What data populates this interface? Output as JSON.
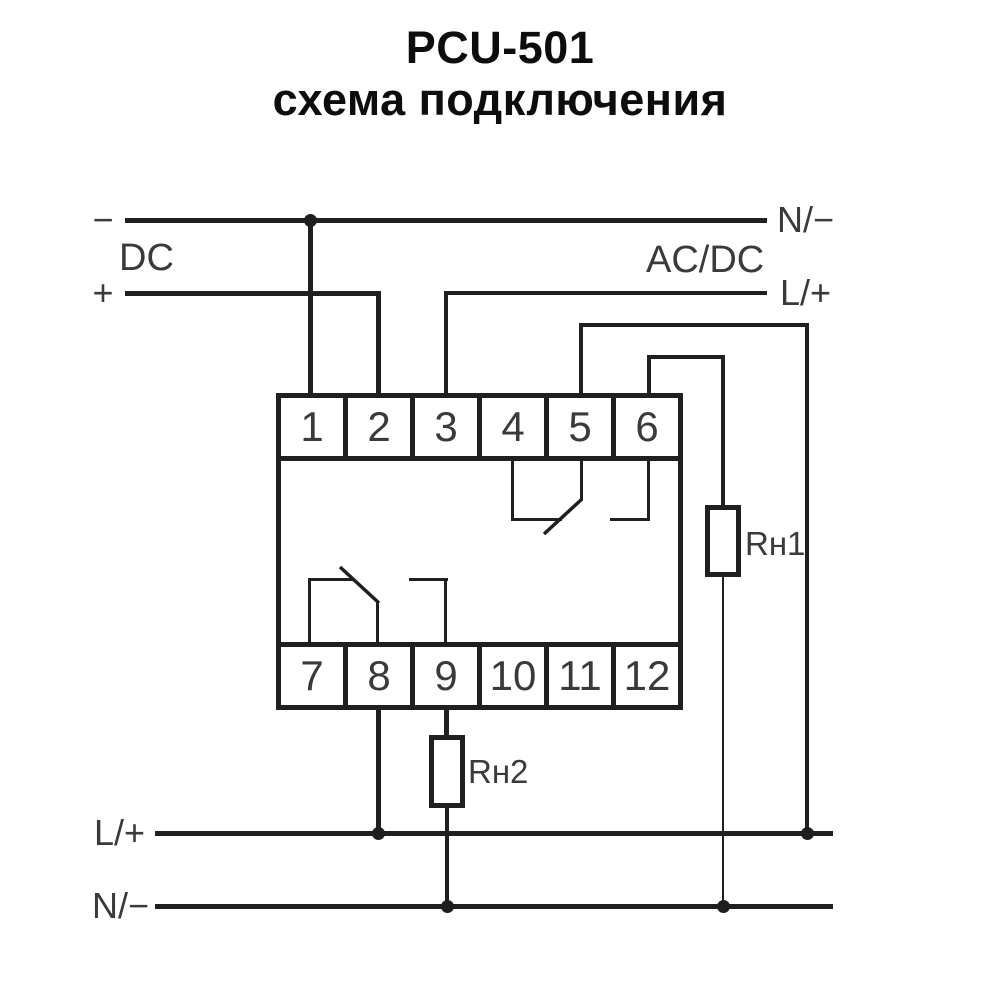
{
  "title": {
    "line1": "PCU-501",
    "line2": "схема подключения"
  },
  "supply": {
    "dc_minus": "−",
    "dc_label": "DC",
    "dc_plus": "+",
    "ac_neutral": "N/−",
    "ac_label": "AC/DC",
    "ac_line": "L/+"
  },
  "output_rails": {
    "line": "L/+",
    "neutral": "N/−"
  },
  "loads": {
    "load1": "Rн1",
    "load2": "Rн2"
  },
  "terminals": {
    "top": [
      "1",
      "2",
      "3",
      "4",
      "5",
      "6"
    ],
    "bottom": [
      "7",
      "8",
      "9",
      "10",
      "11",
      "12"
    ]
  },
  "colors": {
    "line": "#1f1f1f",
    "label": "#3a3a3a",
    "title": "#0d0d0d",
    "background": "#ffffff"
  }
}
